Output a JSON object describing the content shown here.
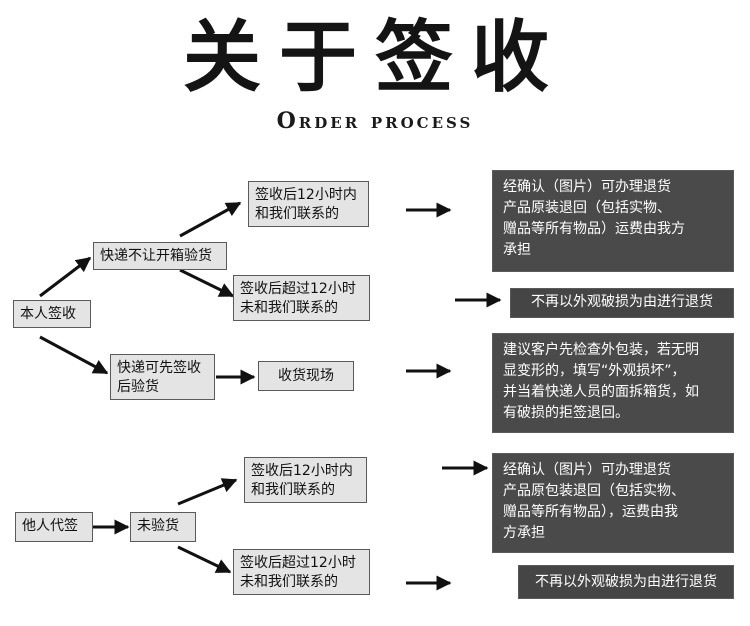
{
  "header": {
    "title": "关于签收",
    "subtitle": "Order process"
  },
  "nodes": {
    "self_sign": "本人签收",
    "courier_no_open": "快递不让开箱验货",
    "sign_contact_within_12h": [
      "签收后12小时内",
      "和我们联系的"
    ],
    "sign_contact_after_12h": [
      "签收后超过12小时",
      "未和我们联系的"
    ],
    "courier_sign_first": [
      "快递可先签收",
      "后验货"
    ],
    "receive_on_site": "收货现场",
    "proxy_sign": "他人代签",
    "not_inspected": "未验货",
    "proxy_contact_within_12h": [
      "签收后12小时内",
      "和我们联系的"
    ],
    "proxy_contact_after_12h": [
      "签收后超过12小时",
      "未和我们联系的"
    ]
  },
  "results": {
    "return_ok_1": [
      "经确认（图片）可办理退货",
      "产品原装退回（包括实物、",
      "赠品等所有物品）运费由我方",
      "承担"
    ],
    "no_return_1": "不再以外观破损为由进行退货",
    "inspect_advice": [
      "建议客户先检查外包装，若无明",
      "显变形的，填写“外观损坏”，",
      "并当着快递人员的面拆箱货，如",
      "有破损的拒签退回。"
    ],
    "return_ok_2": [
      "经确认（图片）可办理退货",
      "产品原包装退回（包括实物、",
      "赠品等所有物品），运费由我",
      "方承担"
    ],
    "no_return_2": "不再以外观破损为由进行退货"
  }
}
